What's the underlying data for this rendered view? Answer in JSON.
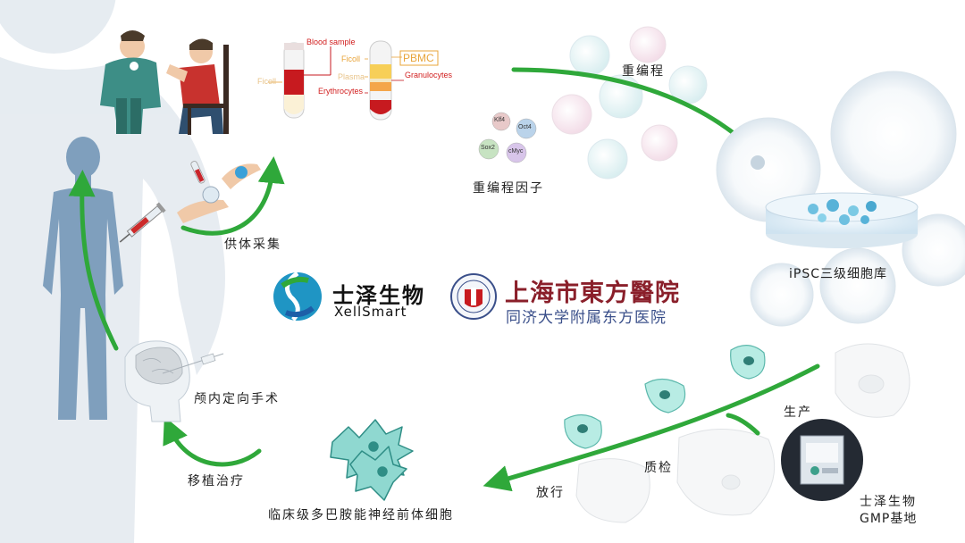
{
  "labels": {
    "donor_collection": "供体采集",
    "reprogramming": "重编程",
    "reprogramming_factors": "重编程因子",
    "ipsc_bank": "iPSC三级细胞库",
    "production": "生产",
    "quality_check": "质检",
    "release": "放行",
    "gmp_base_line1": "士泽生物",
    "gmp_base_line2": "GMP基地",
    "neural_precursor": "临床级多巴胺能神经前体细胞",
    "transplant": "移植治疗",
    "stereotactic_surgery": "颅内定向手术"
  },
  "blood_tubes": {
    "blood_sample": "Blood sample",
    "ficoll_left": "Ficoll",
    "erythrocytes": "Erythrocytes",
    "ficoll_right": "Ficoll",
    "plasma": "Plasma",
    "pbmc": "PBMC",
    "granulocytes": "Granulocytes"
  },
  "factors": [
    "Klf4",
    "Oct4",
    "Sox2",
    "cMyc"
  ],
  "logos": {
    "company_cn": "士泽生物",
    "company_en": "XellSmart",
    "hospital_cn": "上海市東方醫院",
    "hospital_sub": "同济大学附属东方医院"
  },
  "colors": {
    "arrow_green": "#2fa83a",
    "body_blue": "#7f9fbd",
    "label_red": "#d22020",
    "label_orange": "#e8a43a",
    "hospital_red": "#8a1f2a",
    "hospital_blue": "#3a4f8a",
    "cell_teal": "#8fd8d0"
  }
}
